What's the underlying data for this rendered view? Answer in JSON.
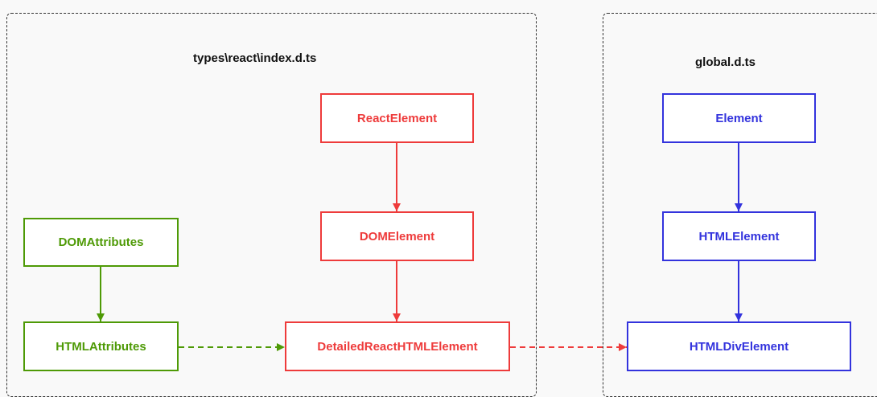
{
  "colors": {
    "red": "#ee3b3b",
    "blue": "#3333dd",
    "green": "#4e9a06",
    "border_dark": "#333333",
    "background": "#f9f9f9"
  },
  "groups": {
    "react": {
      "title": "types\\react\\index.d.ts"
    },
    "global": {
      "title": "global.d.ts"
    }
  },
  "nodes": {
    "react_element": "ReactElement",
    "dom_element": "DOMElement",
    "detailed_react_html_element": "DetailedReactHTMLElement",
    "dom_attributes": "DOMAttributes",
    "html_attributes": "HTMLAttributes",
    "element": "Element",
    "html_element": "HTMLElement",
    "html_div_element": "HTMLDivElement"
  }
}
